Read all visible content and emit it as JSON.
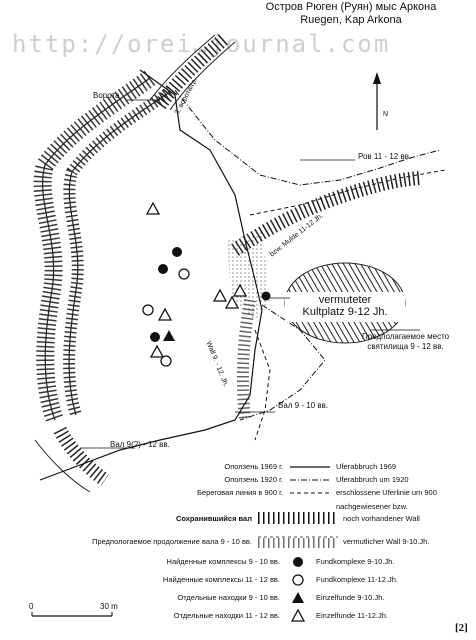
{
  "title": {
    "line1": "Остров Рюген (Руян) мыс Аркона",
    "line2": "Ruegen, Kap Arkona"
  },
  "watermark": "http://orei…journal.com",
  "north": "N",
  "map_labels": {
    "vorota": "Ворота",
    "rov": "Ров 11 - 12 вв.",
    "road": "3. ворота/гр.",
    "mulde": "bzw. Mulde 11-12 Jh.",
    "kult_line1": "vermuteter",
    "kult_line2": "Kultplatz 9-12 Jh.",
    "sanct_line1": "Предполагаемое место",
    "sanct_line2": "святилища 9 - 12 вв.",
    "val910": "Вал 9 - 10 вв.",
    "val912": "Вал 9(?) - 12 вв.",
    "wall_vert": "Wall 9. - 12. Jh."
  },
  "legend": [
    {
      "ru": "Оползень 1969 г.",
      "de": "Uferabbruch 1969",
      "sym": "solid"
    },
    {
      "ru": "Оползень 1920 г.",
      "de": "Uferabbruch um 1920",
      "sym": "dashdot"
    },
    {
      "ru": "Береговая линия в 900 г.",
      "de": "erschlossene Uferlinie um 900",
      "sym": "dashed"
    },
    {
      "ru": "",
      "de": "nachgewiesener bzw.",
      "sym": "none"
    },
    {
      "ru": "Сохранившийся вал",
      "de": "noch vorhandener Wall",
      "sym": "wall"
    },
    {
      "ru": "Предпологаемое продолжение вала 9 - 10 вв.",
      "de": "vermutlicher Wall 9-10.Jh.",
      "sym": "wall-dashed"
    },
    {
      "ru": "Найденные комплексы 9 - 10 вв.",
      "de": "Fundkomplexe 9-10.Jh.",
      "sym": "filled-circle"
    },
    {
      "ru": "Найденные комплексы 11 - 12 вв.",
      "de": "Fundkomplexe 11-12.Jh.",
      "sym": "open-circle"
    },
    {
      "ru": "Отдельные находки 9 - 10 вв.",
      "de": "Einzelfunde 9-10.Jh.",
      "sym": "filled-triangle"
    },
    {
      "ru": "Отдельные находки 11 - 12 вв.",
      "de": "Einzelfunde 11-12.Jh.",
      "sym": "open-triangle"
    }
  ],
  "scale": {
    "start": "0",
    "end": "30 m"
  },
  "footnote": "[2]"
}
